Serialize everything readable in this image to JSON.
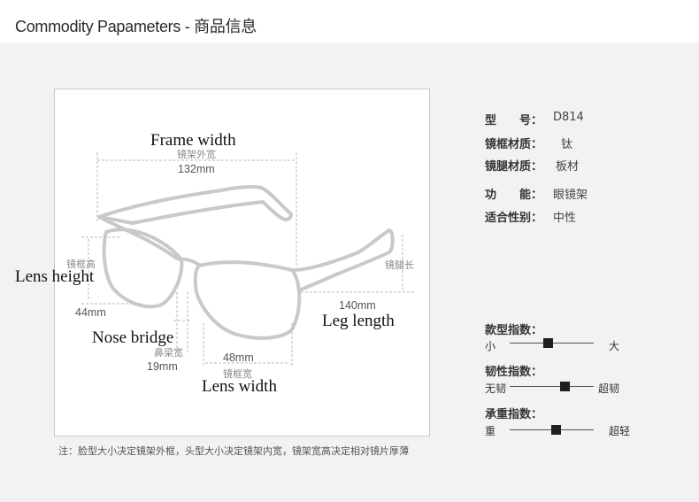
{
  "header": {
    "title": "Commodity Papameters - 商品信息"
  },
  "diagram": {
    "frame_width_en": "Frame width",
    "frame_width_cn": "镜架外宽",
    "frame_width_val": "132mm",
    "lens_height_en": "Lens height",
    "lens_height_cn": "镜框高",
    "lens_height_val": "44mm",
    "leg_cn": "镜腿长",
    "leg_val": "140mm",
    "leg_en": "Leg length",
    "nose_en": "Nose bridge",
    "nose_cn": "鼻梁宽",
    "nose_val": "19mm",
    "lens_width_val": "48mm",
    "lens_width_cn": "镜框宽",
    "lens_width_en": "Lens width"
  },
  "note": "注：脸型大小决定镜架外框，头型大小决定镜架内宽，镜架宽高决定相对镜片厚薄",
  "specs": [
    {
      "label": "型　　号：",
      "value": "D814"
    },
    {
      "label": "镜框材质：",
      "value": "钛"
    },
    {
      "label": "镜腿材质：",
      "value": "板材"
    },
    {
      "label": "功　　能：",
      "value": "眼镜架"
    },
    {
      "label": "适合性别：",
      "value": "中性"
    }
  ],
  "indices": [
    {
      "title": "款型指数：",
      "left": "小",
      "right": "大",
      "level": 0.45
    },
    {
      "title": "韧性指数：",
      "left": "无韧",
      "right": "超韧",
      "level": 0.65
    },
    {
      "title": "承重指数：",
      "left": "重",
      "right": "超轻",
      "level": 0.55
    }
  ],
  "colors": {
    "background": "#f2f2f2",
    "frame_line": "#c8c8c8",
    "knob": "#1f1f1f"
  }
}
